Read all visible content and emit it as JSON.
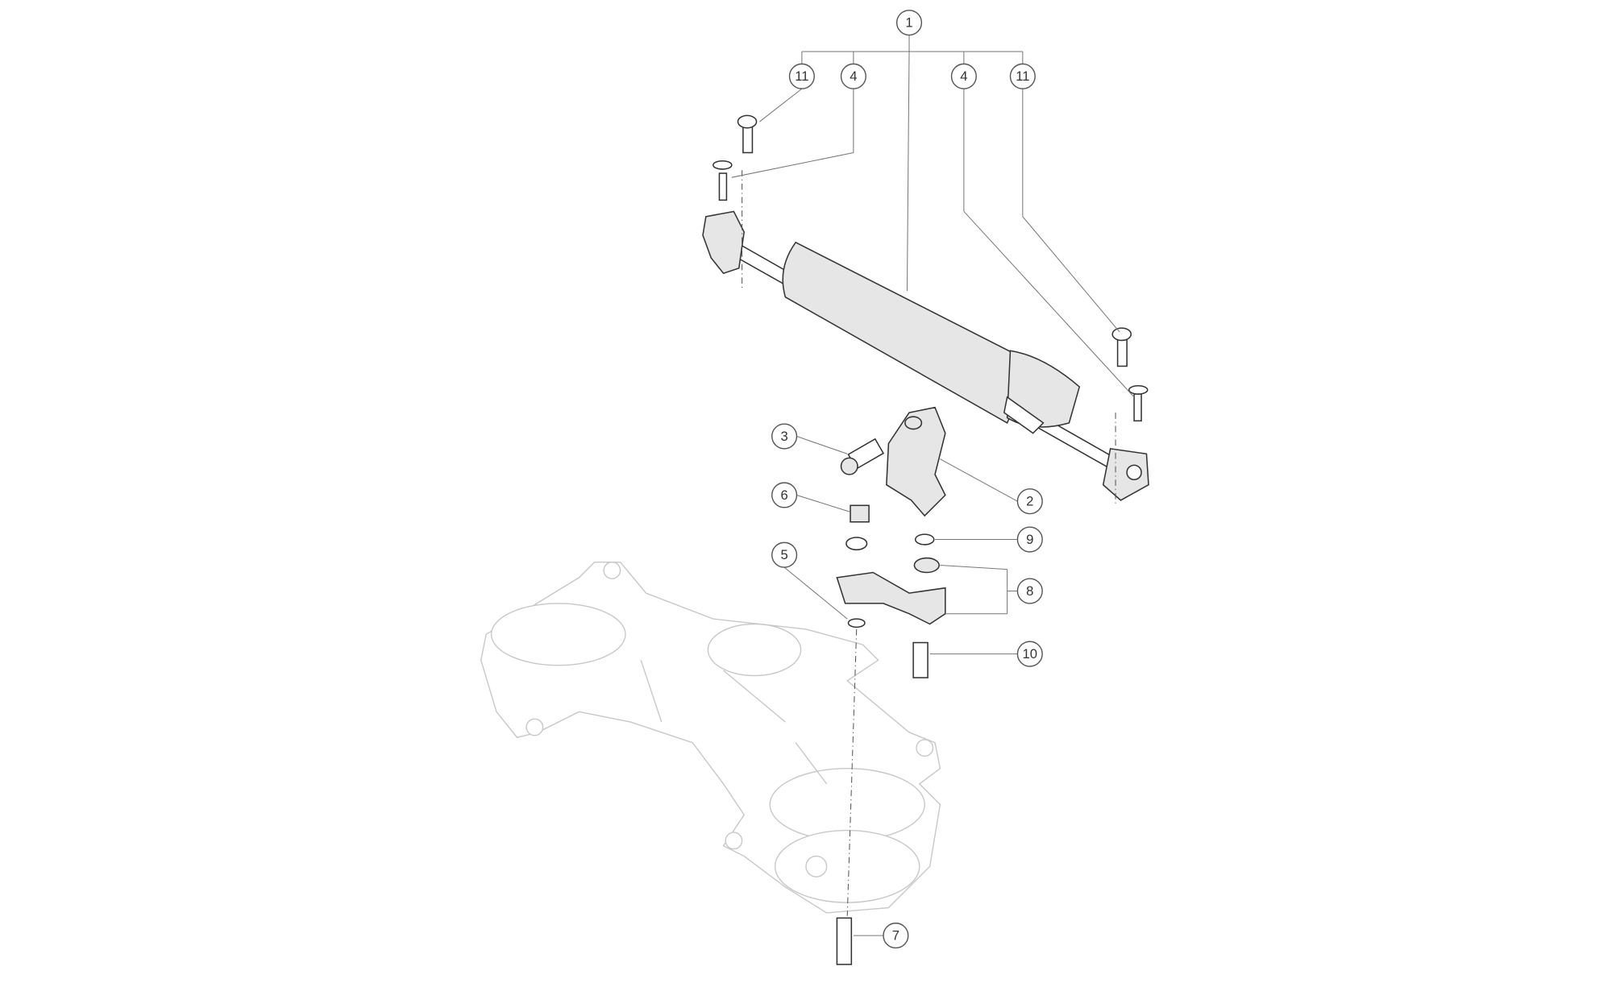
{
  "diagram": {
    "type": "exploded parts diagram",
    "callouts": [
      {
        "id": "c1",
        "label": "1"
      },
      {
        "id": "c11a",
        "label": "11"
      },
      {
        "id": "c4a",
        "label": "4"
      },
      {
        "id": "c4b",
        "label": "4"
      },
      {
        "id": "c11b",
        "label": "11"
      },
      {
        "id": "c3",
        "label": "3"
      },
      {
        "id": "c6",
        "label": "6"
      },
      {
        "id": "c5",
        "label": "5"
      },
      {
        "id": "c2",
        "label": "2"
      },
      {
        "id": "c9",
        "label": "9"
      },
      {
        "id": "c8",
        "label": "8"
      },
      {
        "id": "c10",
        "label": "10"
      },
      {
        "id": "c7",
        "label": "7"
      }
    ]
  }
}
